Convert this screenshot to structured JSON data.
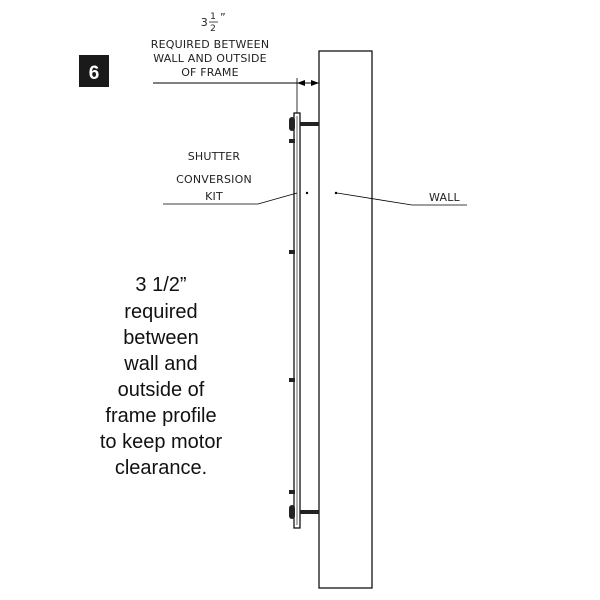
{
  "step": {
    "number": "6"
  },
  "dimension": {
    "whole": "3",
    "numerator": "1",
    "denominator": "2",
    "unit": "”",
    "lines": [
      "REQUIRED BETWEEN",
      "WALL AND OUTSIDE",
      "OF FRAME"
    ]
  },
  "labels": {
    "kit": [
      "SHUTTER",
      "CONVERSION",
      "KIT"
    ],
    "wall": "WALL"
  },
  "note": {
    "lines": [
      "3 1/2”",
      "required",
      "between",
      "wall and",
      "outside of",
      "frame profile",
      "to keep motor",
      "clearance."
    ]
  },
  "colors": {
    "badge": "#1a1a1a",
    "line": "#000000",
    "text": "#111111"
  }
}
